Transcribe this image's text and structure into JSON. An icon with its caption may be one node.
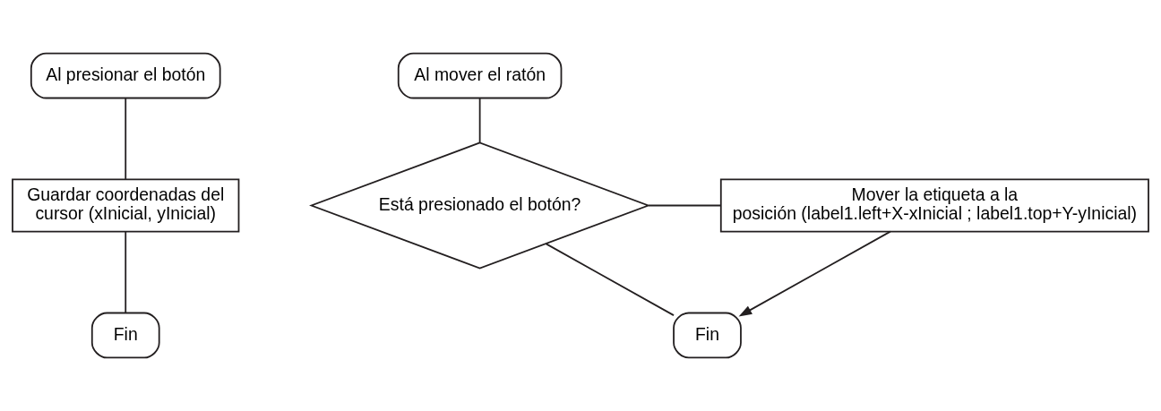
{
  "diagram": {
    "nodes": [
      {
        "text": [
          "Al presionar el botón"
        ]
      },
      {
        "text": [
          "Guardar coordenadas del cursor (xInicial, yInicial)"
        ]
      },
      {
        "text": [
          "Fin"
        ]
      },
      {
        "text": [
          "Al mover el ratón"
        ]
      },
      {
        "text": [
          "Está presionado el botón?"
        ]
      },
      {
        "text": [
          "Mover la etiqueta a la posición (label1.left+X-xInicial ; label1.top+Y-yInicial)"
        ]
      },
      {
        "text": [
          "Fin"
        ]
      }
    ],
    "edges": [
      {
        "from": 0,
        "to": 1,
        "arrow": "none"
      },
      {
        "from": 1,
        "to": 2,
        "arrow": "none"
      },
      {
        "from": 3,
        "to": 4,
        "arrow": "none"
      },
      {
        "from": 4,
        "to": 5,
        "arrow": "none"
      },
      {
        "from": 4,
        "to": 6,
        "arrow": "none"
      },
      {
        "from": 5,
        "to": 6,
        "arrow": "to"
      }
    ]
  }
}
